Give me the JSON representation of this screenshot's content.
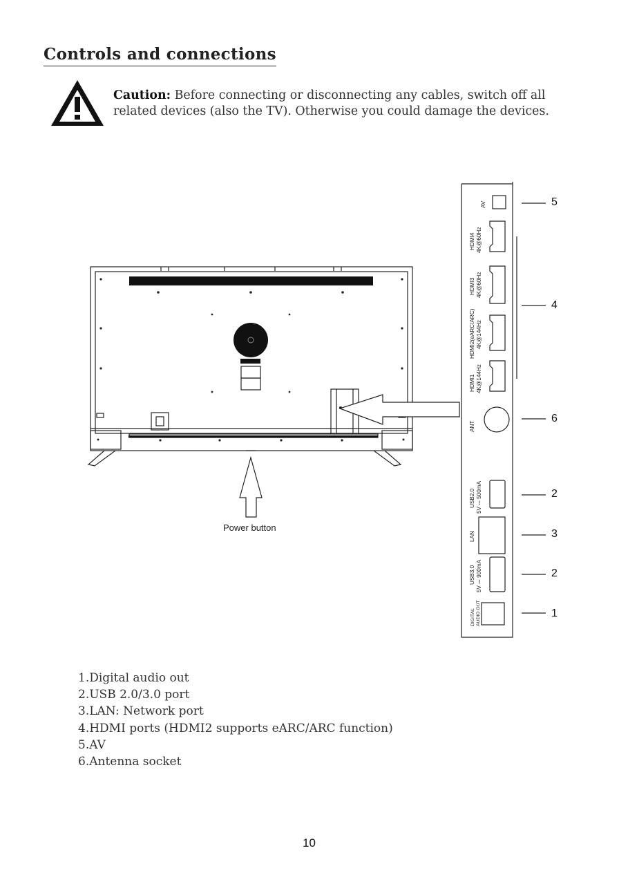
{
  "heading": "Controls and connections",
  "caution": {
    "label": "Caution:",
    "text": " Before connecting or disconnecting any cables, switch off all related devices (also the TV). Otherwise you could damage the devices."
  },
  "panel": {
    "ports": [
      {
        "id": "av",
        "line1": "AV",
        "line2": ""
      },
      {
        "id": "hdmi4",
        "line1": "HDMI4",
        "line2": "4K@60Hz"
      },
      {
        "id": "hdmi3",
        "line1": "HDMI3",
        "line2": "4K@60Hz"
      },
      {
        "id": "hdmi2",
        "line1": "HDMI2(eARC/ARC)",
        "line2": "4K@144Hz"
      },
      {
        "id": "hdmi1",
        "line1": "HDMI1",
        "line2": "4K@144Hz"
      },
      {
        "id": "ant",
        "line1": "ANT",
        "line2": ""
      },
      {
        "id": "usb2",
        "line1": "USB2.0",
        "line2": "5V ⎓ 500mA"
      },
      {
        "id": "lan",
        "line1": "LAN",
        "line2": ""
      },
      {
        "id": "usb3",
        "line1": "USB3.0",
        "line2": "5V ⎓ 900mA"
      },
      {
        "id": "digital",
        "line1": "DIGITAL",
        "line2": "AUDIO OUT"
      }
    ],
    "callouts": [
      "5",
      "4",
      "6",
      "2",
      "3",
      "2",
      "1"
    ]
  },
  "power_button_label": "Power button",
  "legend": [
    "1.Digital audio out",
    "2.USB 2.0/3.0 port",
    "3.LAN: Network port",
    "4.HDMI ports (HDMI2 supports eARC/ARC function)",
    "5.AV",
    "6.Antenna socket"
  ],
  "page_number": "10"
}
